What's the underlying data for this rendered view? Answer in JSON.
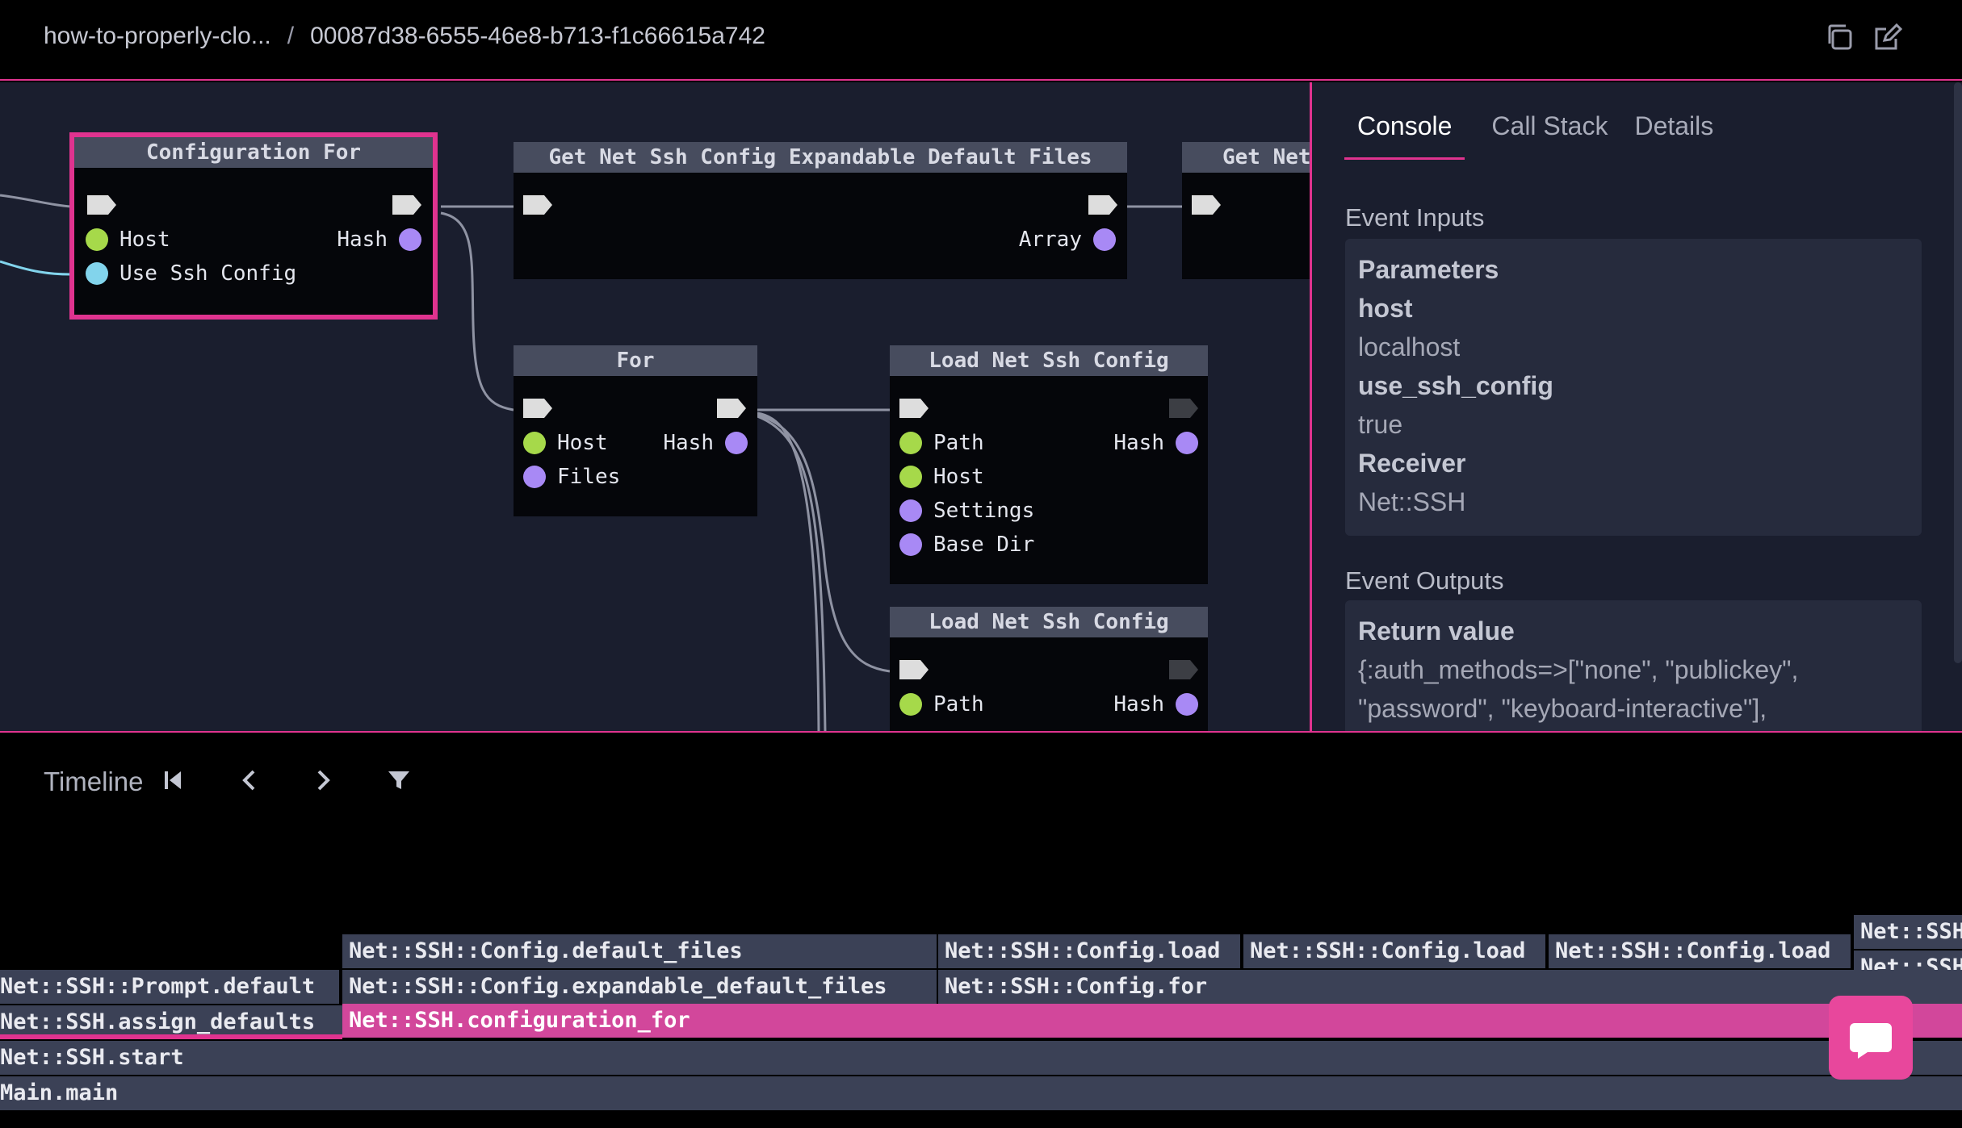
{
  "breadcrumb": {
    "project": "how-to-properly-clo...",
    "separator": "/",
    "id": "00087d38-6555-46e8-b713-f1c66615a742"
  },
  "top_icons": [
    "copy-icon",
    "edit-icon"
  ],
  "nodes": [
    {
      "title": "Configuration For",
      "pins_left": [
        "Host",
        "Use Ssh Config"
      ],
      "pins_right": [
        "Hash"
      ]
    },
    {
      "title": "Get Net Ssh Config Expandable Default Files",
      "pins_right": [
        "Array"
      ]
    },
    {
      "title": "Get Net"
    },
    {
      "title": "For",
      "pins_left": [
        "Host",
        "Files"
      ],
      "pins_right": [
        "Hash"
      ]
    },
    {
      "title": "Load Net Ssh Config",
      "pins_left": [
        "Path",
        "Host",
        "Settings",
        "Base Dir"
      ],
      "pins_right": [
        "Hash"
      ]
    },
    {
      "title": "Load Net Ssh Config",
      "pins_left": [
        "Path"
      ],
      "pins_right": [
        "Hash"
      ]
    }
  ],
  "panel": {
    "tabs": [
      "Console",
      "Call Stack",
      "Details"
    ],
    "active_tab": "Console",
    "event_inputs_title": "Event Inputs",
    "inputs": {
      "heading": "Parameters",
      "p1_name": "host",
      "p1_value": "localhost",
      "p2_name": "use_ssh_config",
      "p2_value": "true",
      "receiver_name": "Receiver",
      "receiver_value": "Net::SSH"
    },
    "event_outputs_title": "Event Outputs",
    "outputs": {
      "heading": "Return value",
      "line1": "{:auth_methods=>[\"none\", \"publickey\",",
      "line2": "\"password\", \"keyboard-interactive\"],"
    }
  },
  "timeline": {
    "label": "Timeline",
    "controls": [
      "skip-start-icon",
      "prev-icon",
      "next-icon",
      "filter-icon"
    ],
    "rows": [
      [
        {
          "label": "Net::SSH"
        }
      ],
      [
        {
          "label": "Net::SSH::Config.default_files"
        },
        {
          "label": "Net::SSH::Config.load"
        },
        {
          "label": "Net::SSH::Config.load"
        },
        {
          "label": "Net::SSH::Config.load"
        },
        {
          "label": "Net::SSH"
        }
      ],
      [
        {
          "label": "Net::SSH::Prompt.default"
        },
        {
          "label": "Net::SSH::Config.expandable_default_files"
        },
        {
          "label": "Net::SSH::Config.for"
        }
      ],
      [
        {
          "label": "Net::SSH.assign_defaults"
        },
        {
          "label": "Net::SSH.configuration_for"
        }
      ],
      [
        {
          "label": "Net::SSH.start"
        }
      ],
      [
        {
          "label": "Main.main"
        }
      ]
    ]
  },
  "colors": {
    "accent": "#e0338f",
    "canvas": "#1a1e2e",
    "node_header": "#474c5e",
    "pin_green": "#a6d94a",
    "pin_purple": "#a889f5",
    "pin_cyan": "#82d4ec"
  }
}
